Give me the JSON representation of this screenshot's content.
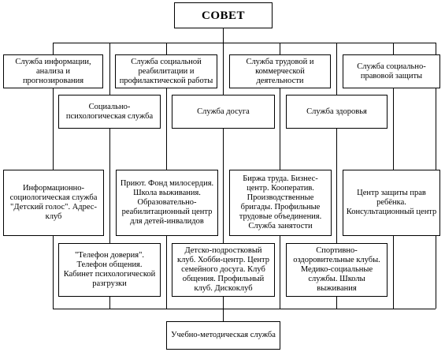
{
  "council": {
    "title": "СОВЕТ"
  },
  "services_row1": [
    {
      "text": "Служба информации, анализа и прогнозирования"
    },
    {
      "text": "Служба социальной реабилитации и профилактической работы"
    },
    {
      "text": "Служба трудовой и коммерческой деятельности"
    },
    {
      "text": "Служба социально-правовой защиты"
    }
  ],
  "services_row2": [
    {
      "text": "Социально-психологическая служба"
    },
    {
      "text": "Служба досуга"
    },
    {
      "text": "Служба здоровья"
    }
  ],
  "units_row1": [
    {
      "text": "Информационно-социологическая служба \"Детский голос\". Адрес-клуб"
    },
    {
      "text": "Приют. Фонд милосердия. Школа выживания. Образовательно-реабилитационный центр для детей-инвалидов"
    },
    {
      "text": "Биржа труда. Бизнес-центр. Кооператив. Производственные бригады. Профильные трудовые объединения. Служба занятости"
    },
    {
      "text": "Центр защиты прав ребёнка. Консультационный центр"
    }
  ],
  "units_row2": [
    {
      "text": "\"Телефон доверия\". Телефон общения. Кабинет психологической разгрузки"
    },
    {
      "text": "Детско-подростковый клуб. Хобби-центр. Центр семейного досуга. Клуб общения. Профильный клуб. Дискоклуб"
    },
    {
      "text": "Спортивно-оздоровительные клубы. Медико-социальные службы. Школы выживания"
    }
  ],
  "methodical": {
    "text": "Учебно-методическая служба"
  }
}
